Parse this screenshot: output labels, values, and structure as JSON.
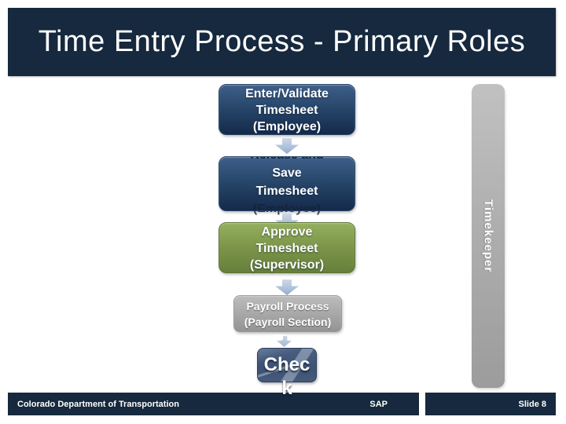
{
  "slide": {
    "title": "Time Entry Process - Primary Roles",
    "flow": {
      "steps": [
        {
          "name": "enter-validate-timesheet",
          "role": "Employee",
          "lines": [
            "Enter/Validate",
            "Timesheet",
            "(Employee)"
          ]
        },
        {
          "name": "release-save-timesheet",
          "role": "Employee",
          "lines": [
            "Release and",
            "Save",
            "Timesheet",
            "(Employee)"
          ]
        },
        {
          "name": "approve-timesheet",
          "role": "Supervisor",
          "lines": [
            "Approve",
            "Timesheet",
            "(Supervisor)"
          ]
        },
        {
          "name": "payroll-process",
          "role": "Payroll Section",
          "lines": [
            "Payroll Process",
            "(Payroll Section)"
          ]
        },
        {
          "name": "check",
          "label": "Check",
          "lines": [
            "Chec",
            "k"
          ]
        }
      ]
    },
    "sidebar_label": "Timekeeper",
    "footer": {
      "org": "Colorado Department of Transportation",
      "system": "SAP",
      "slide_label": "Slide 8"
    },
    "colors": {
      "navy": "#16293E",
      "box_blue_top": "#3F5F8A",
      "box_blue_bottom": "#152A4B",
      "green_top": "#94B05E",
      "green_bottom": "#66803C",
      "gray_top": "#BCBCBC",
      "gray_bottom": "#949494",
      "arrow": "#AEC2DC",
      "text": "#FFFFFF"
    }
  }
}
